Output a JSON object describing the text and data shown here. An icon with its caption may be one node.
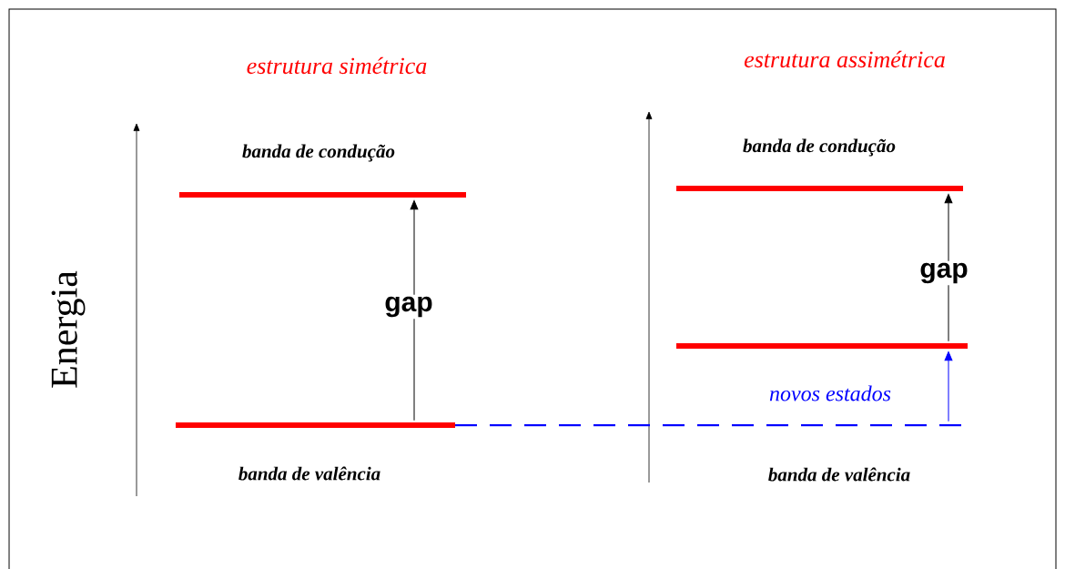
{
  "diagram": {
    "nodes": [
      {
        "text": [],
        "shape": "bar",
        "beside": [
          "banda de condução"
        ]
      },
      {
        "text": [],
        "shape": "bar",
        "beside": [
          "banda de valência"
        ]
      },
      {
        "text": [],
        "shape": "bar",
        "beside": [
          "banda de condução"
        ]
      },
      {
        "text": [],
        "shape": "bar"
      },
      {
        "text": [],
        "shape": "line",
        "beside": [
          "banda de valência"
        ]
      }
    ],
    "edges": [
      {
        "from": 1,
        "to": 0,
        "arrow": "to",
        "label": "gap"
      },
      {
        "from": 3,
        "to": 2,
        "arrow": "to",
        "label": "gap"
      },
      {
        "from": 4,
        "to": 3,
        "arrow": "to",
        "label": "novos estados",
        "color": "#0000ff"
      }
    ],
    "labels": [
      "estrutura simétrica",
      "estrutura assimétrica",
      "Energia"
    ]
  }
}
